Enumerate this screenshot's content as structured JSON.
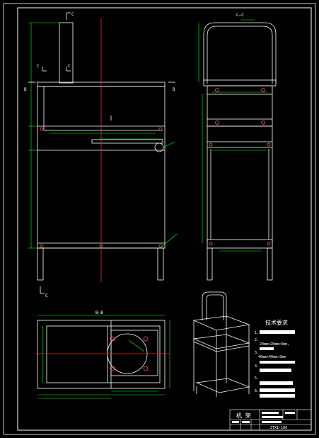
{
  "views": {
    "section_cc": "C—C",
    "section_bb": "B—B",
    "mark_c": "C",
    "mark_b": "B"
  },
  "tech_requirements": {
    "title": "技术要求",
    "items": [
      {
        "no": "1."
      },
      {
        "no": "2.",
        "text": "20mm×20mm×3mm,"
      },
      {
        "no": "3.",
        "text": "40mm×40mm×3mm"
      },
      {
        "no": "4."
      },
      {
        "no": "5."
      },
      {
        "no": "6."
      }
    ]
  },
  "title_block": {
    "name": "机 架",
    "drawing_no": "ZTX1-100"
  },
  "colors": {
    "background": "#000000",
    "outline": "#ffffff",
    "dimension": "#00ff00",
    "centerline": "#ff0000",
    "hole": "#ff5555"
  }
}
